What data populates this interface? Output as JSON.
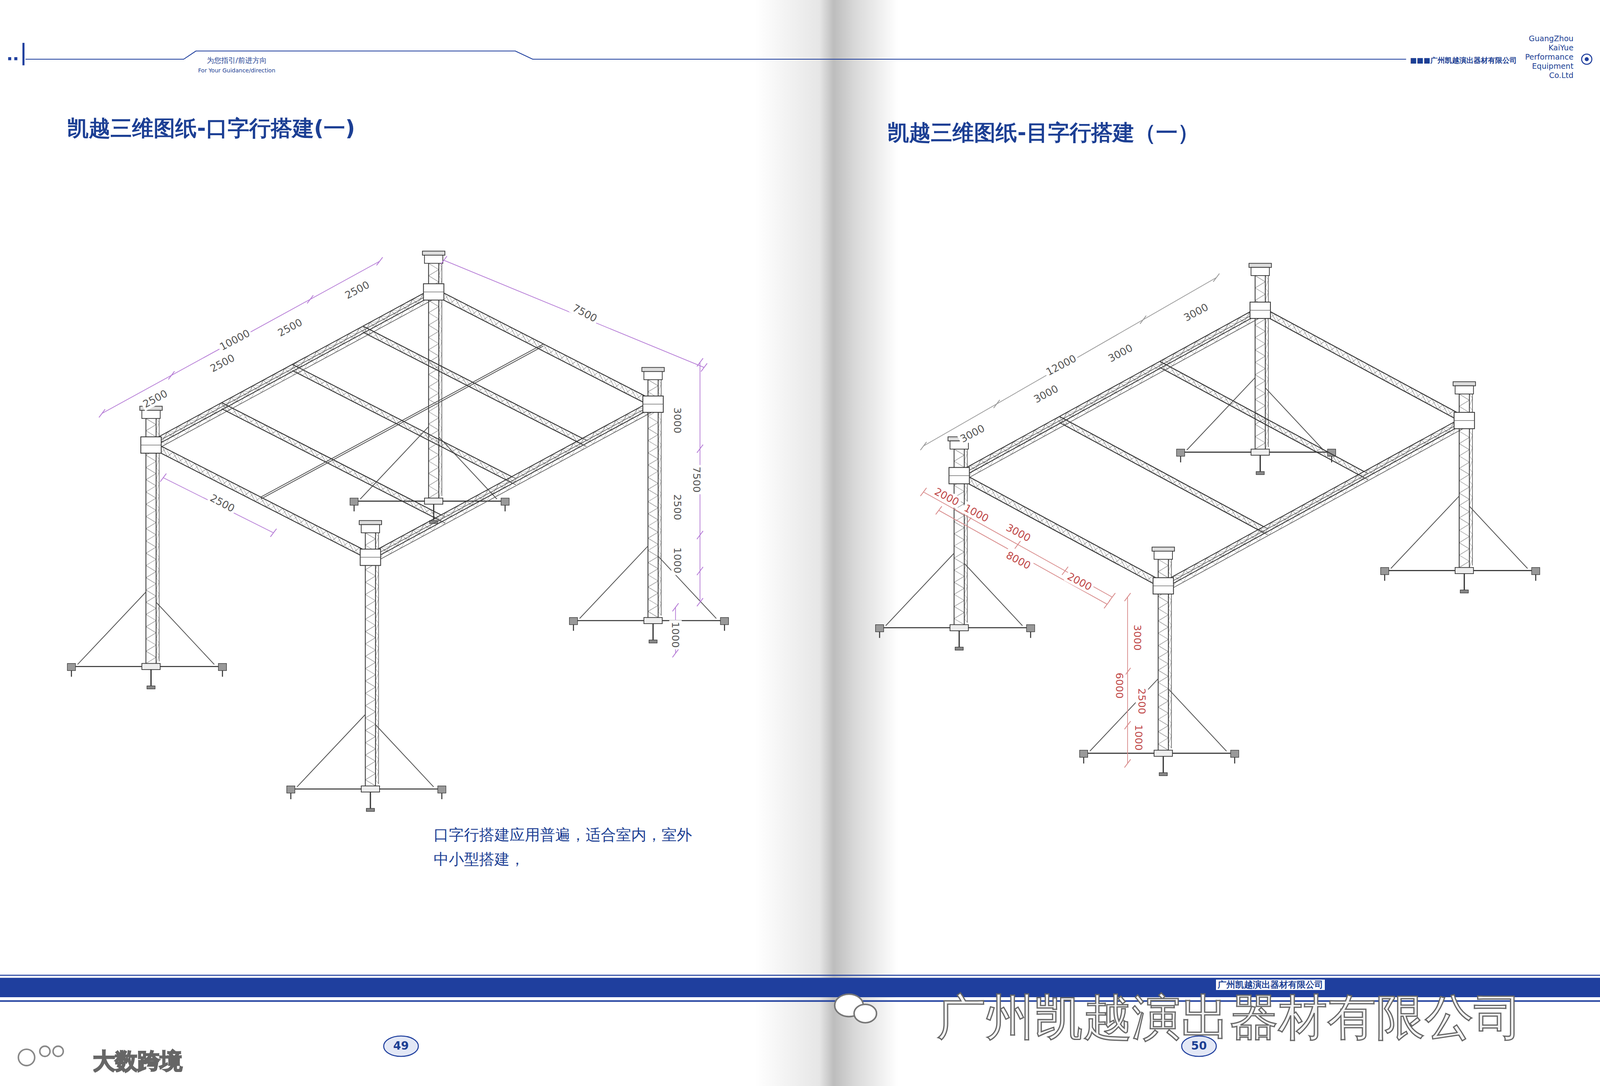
{
  "diagram": {
    "labels": [
      "为您指引/前进方向",
      "For Your Guidance/direction",
      "凯越三维图纸-口字行搭建(一)",
      "10000",
      "2500",
      "2500",
      "2500",
      "2500",
      "7500",
      "2500",
      "3000",
      "2500",
      "1000",
      "7500",
      "1000",
      "口字行搭建应用普遍，适合室内，室外中小型搭建，",
      "49",
      "GuangZhou",
      "KaiYue",
      "Performance",
      "Equipment",
      "Co.Ltd",
      "■■■广州凯越演出器材有限公司",
      "凯越三维图纸-目字行搭建（一）",
      "12000",
      "3000",
      "3000",
      "3000",
      "3000",
      "2000",
      "1000",
      "3000",
      "8000",
      "2000",
      "3000",
      "6000",
      "2500",
      "1000",
      "广州凯越演出器材有限公司",
      "广州凯越演出器材有限公司",
      "50",
      "大数跨境"
    ]
  }
}
